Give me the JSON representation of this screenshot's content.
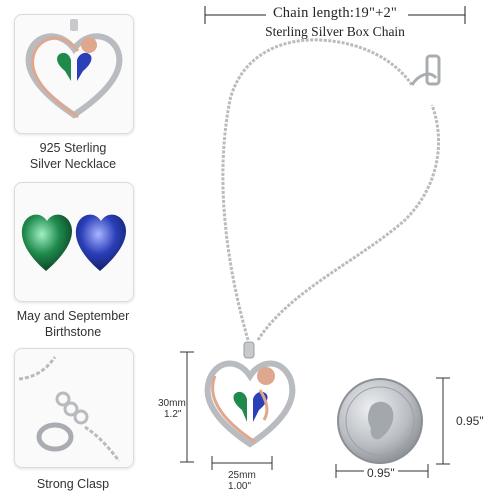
{
  "thumbnails": [
    {
      "caption_line1": "925 Sterling",
      "caption_line2": "Silver Necklace",
      "icon": "heart-pendant-icon"
    },
    {
      "caption_line1": "May and September",
      "caption_line2": "Birthstone",
      "icon": "heart-gems-icon"
    },
    {
      "caption_line1": "Strong Clasp",
      "caption_line2": "",
      "icon": "clasp-icon"
    }
  ],
  "chain": {
    "title": "Chain length:19\"+2\"",
    "subtitle": "Sterling Silver Box Chain"
  },
  "dimensions": {
    "height_mm": "30mm",
    "height_in": "1.2\"",
    "width_mm": "25mm",
    "width_in": "1.00\""
  },
  "coin": {
    "width_label": "0.95\"",
    "height_label": "0.95\""
  },
  "colors": {
    "emerald": "#1f8a4c",
    "sapphire": "#2a3fb8",
    "rose_gold": "#e0a78f",
    "silver": "#c7c9cc"
  }
}
